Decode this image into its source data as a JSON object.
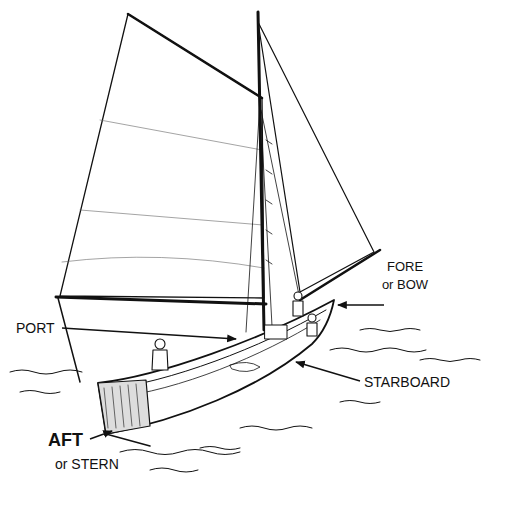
{
  "diagram": {
    "labels": [
      "FORE or BOW",
      "PORT",
      "STARBOARD",
      "AFT",
      "or STERN"
    ]
  }
}
